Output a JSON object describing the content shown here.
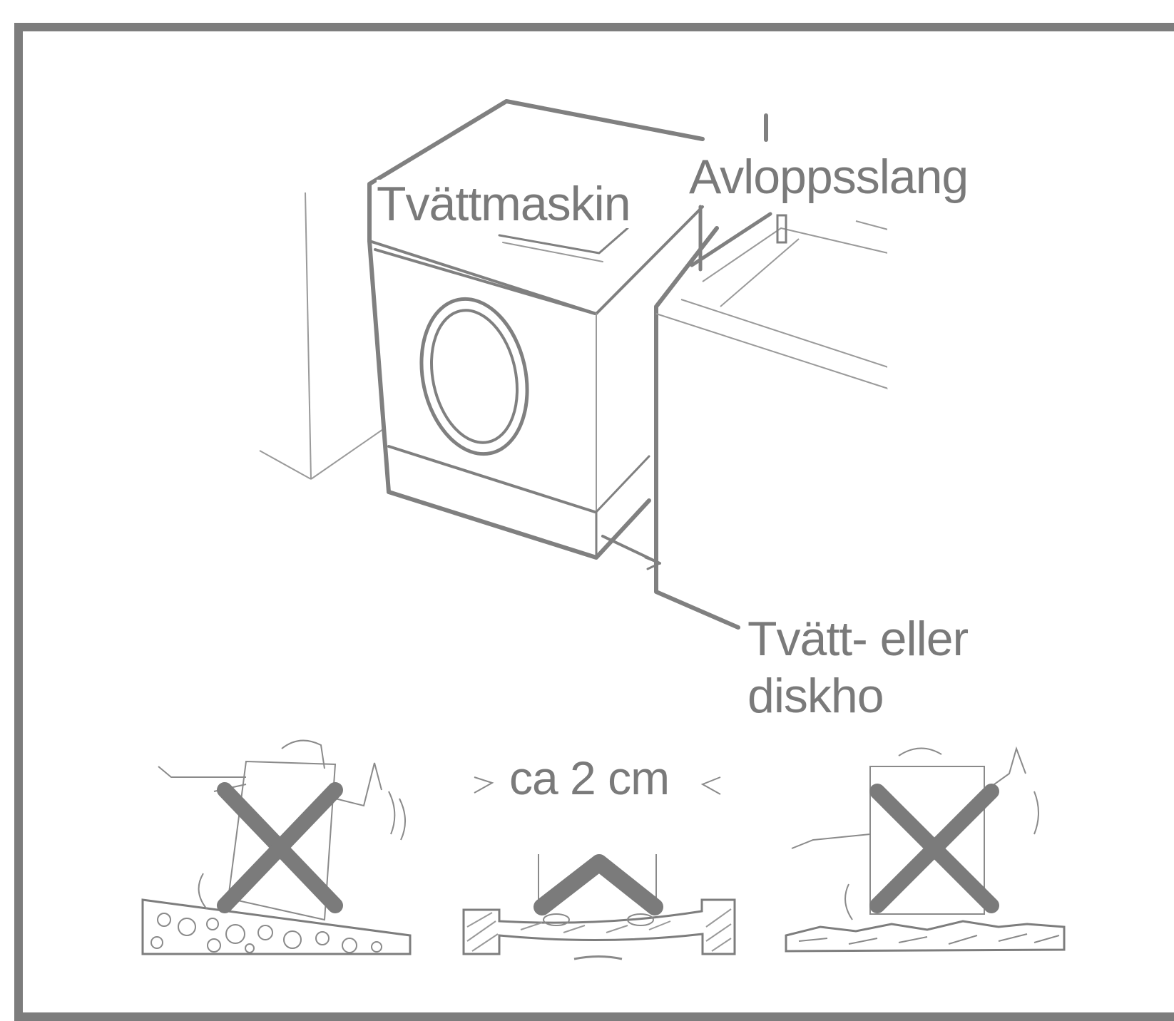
{
  "labels": {
    "washing_machine": "Tvättmaskin",
    "drain_hose": "Avloppsslang",
    "sink_line1": "Tvätt- eller",
    "sink_line2": "diskho",
    "gap": "ca 2 cm"
  },
  "colors": {
    "frame": "#7d7d7d",
    "lines": "#808080",
    "thin_lines": "#9a9a9a",
    "cross": "#7b7b7b",
    "text": "#7a7a7a"
  },
  "icons": [
    "washing-machine-drawing",
    "sink-drawing",
    "cross-mark",
    "check-mark"
  ]
}
